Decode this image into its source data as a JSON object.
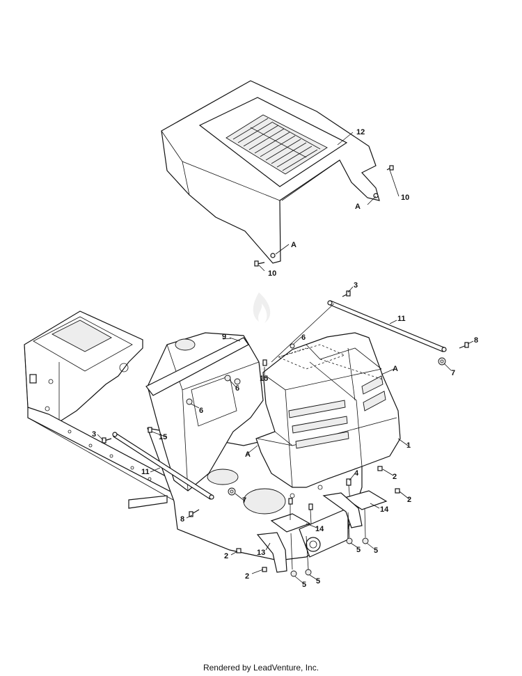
{
  "callouts": [
    {
      "id": "c12",
      "label": "12"
    },
    {
      "id": "c10a",
      "label": "10"
    },
    {
      "id": "cA1",
      "label": "A"
    },
    {
      "id": "cA2",
      "label": "A"
    },
    {
      "id": "c10b",
      "label": "10"
    },
    {
      "id": "c3a",
      "label": "3"
    },
    {
      "id": "c11a",
      "label": "11"
    },
    {
      "id": "c8a",
      "label": "8"
    },
    {
      "id": "c7a",
      "label": "7"
    },
    {
      "id": "c9",
      "label": "9"
    },
    {
      "id": "c6a",
      "label": "6"
    },
    {
      "id": "cA3",
      "label": "A"
    },
    {
      "id": "c15a",
      "label": "15"
    },
    {
      "id": "c6b",
      "label": "6"
    },
    {
      "id": "c6c",
      "label": "6"
    },
    {
      "id": "c1",
      "label": "1"
    },
    {
      "id": "c3b",
      "label": "3"
    },
    {
      "id": "c15b",
      "label": "15"
    },
    {
      "id": "cA4",
      "label": "A"
    },
    {
      "id": "c11b",
      "label": "11"
    },
    {
      "id": "c4",
      "label": "4"
    },
    {
      "id": "c2a",
      "label": "2"
    },
    {
      "id": "c2b",
      "label": "2"
    },
    {
      "id": "c14a",
      "label": "14"
    },
    {
      "id": "c7b",
      "label": "7"
    },
    {
      "id": "c8b",
      "label": "8"
    },
    {
      "id": "c14b",
      "label": "14"
    },
    {
      "id": "c13",
      "label": "13"
    },
    {
      "id": "c5a",
      "label": "5"
    },
    {
      "id": "c5b",
      "label": "5"
    },
    {
      "id": "c2c",
      "label": "2"
    },
    {
      "id": "c2d",
      "label": "2"
    },
    {
      "id": "c5c",
      "label": "5"
    },
    {
      "id": "c5d",
      "label": "5"
    }
  ],
  "watermark": {
    "text": "LEADVENTURE"
  },
  "footer": {
    "text": "Rendered by LeadVenture, Inc."
  }
}
